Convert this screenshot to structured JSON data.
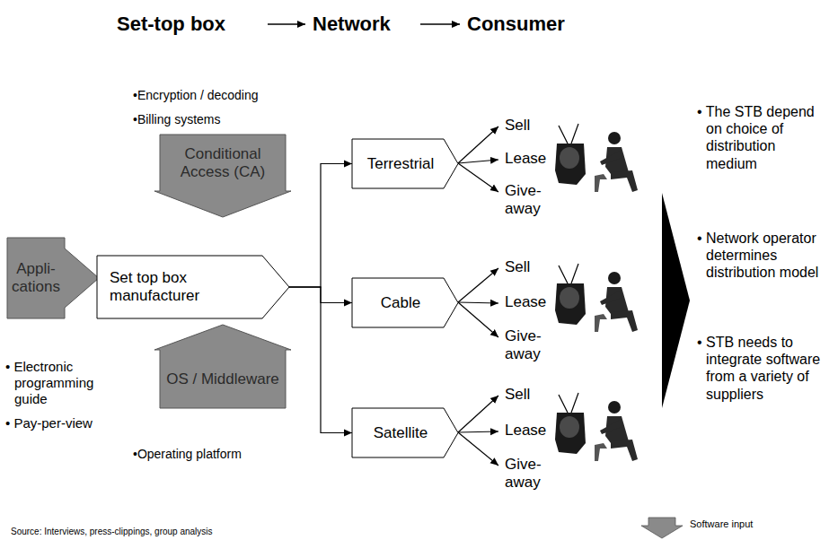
{
  "diagram": {
    "nodes": [
      {
        "text": [
          "Conditional Access (CA)"
        ]
      },
      {
        "text": [
          "Appli- cations"
        ]
      },
      {
        "text": [
          "Set top box manufacturer"
        ]
      },
      {
        "text": [
          "OS / Middleware"
        ]
      },
      {
        "text": [
          "Terrestrial"
        ]
      },
      {
        "text": [
          "Cable"
        ]
      },
      {
        "text": [
          "Satellite"
        ]
      }
    ],
    "edges": [
      {
        "from": 2,
        "to": 4,
        "arrow": "to"
      },
      {
        "from": 2,
        "to": 5,
        "arrow": "to"
      },
      {
        "from": 2,
        "to": 6,
        "arrow": "to"
      }
    ],
    "labels": [
      "Set-top box",
      "Network",
      "Consumer",
      "•Encryption / decoding",
      "•Billing systems",
      "Sell",
      "Lease",
      "Give- away",
      "Sell",
      "Lease",
      "Give- away",
      "Sell",
      "Lease",
      "Give- away",
      "• Electronic programming guide",
      "• Pay-per-view",
      "•Operating platform",
      "• The STB depend on choice of distribution medium",
      "• Network operator determines distribution model",
      "• STB needs to integrate software from a variety of suppliers",
      "Source: Interviews, press-clippings, group analysis"
    ],
    "legend": [
      {
        "text": "Software input"
      }
    ]
  }
}
